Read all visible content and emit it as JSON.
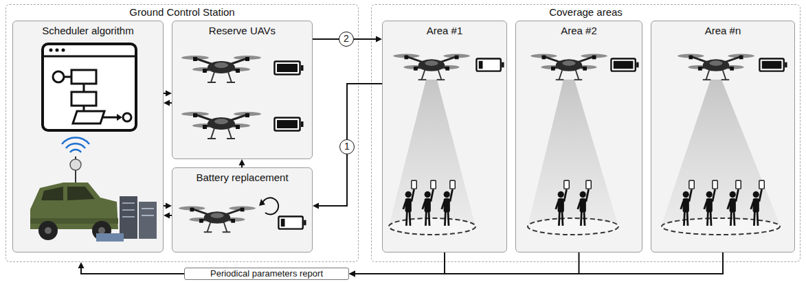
{
  "diagram": {
    "nodes": [
      {
        "text": [
          "Ground Control Station"
        ]
      },
      {
        "text": [
          "Scheduler algorithm"
        ],
        "in": 0
      },
      {
        "text": [
          "Reserve UAVs"
        ],
        "in": 0
      },
      {
        "text": [
          "Battery replacement"
        ],
        "in": 0
      },
      {
        "text": [
          "Coverage areas"
        ]
      },
      {
        "text": [
          "Area #1"
        ],
        "in": 4
      },
      {
        "text": [
          "Area #2"
        ],
        "in": 4
      },
      {
        "text": [
          "Area #n"
        ],
        "in": 4
      },
      {
        "text": [
          "Periodical parameters report"
        ]
      }
    ],
    "edges": [
      {
        "from": 1,
        "to": 2,
        "arrow": "to"
      },
      {
        "from": 2,
        "to": 1,
        "arrow": "to"
      },
      {
        "from": 1,
        "to": 3,
        "arrow": "to"
      },
      {
        "from": 3,
        "to": 1,
        "arrow": "to"
      },
      {
        "from": 3,
        "to": 2,
        "arrow": "to"
      },
      {
        "from": 2,
        "to": 5,
        "arrow": "to",
        "label": "2"
      },
      {
        "from": 5,
        "to": 3,
        "arrow": "to",
        "label": "1"
      },
      {
        "from": 5,
        "to": 8,
        "arrow": "to"
      },
      {
        "from": 6,
        "to": 8,
        "arrow": "to"
      },
      {
        "from": 7,
        "to": 8,
        "arrow": "to"
      },
      {
        "from": 8,
        "to": 0,
        "arrow": "to"
      }
    ]
  }
}
